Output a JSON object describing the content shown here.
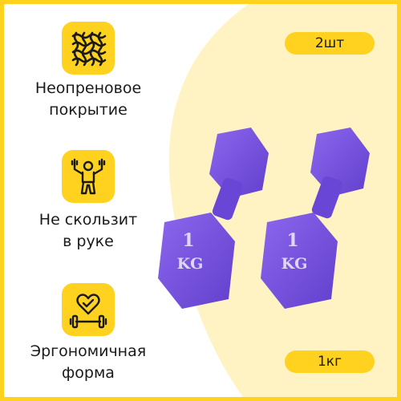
{
  "colors": {
    "accent": "#ffd21f",
    "background_blob": "#fff3c4",
    "dumbbell": "#7c52e3"
  },
  "features": [
    {
      "icon": "woven-mesh-icon",
      "label": "Неопреновое\nпокрытие"
    },
    {
      "icon": "lifting-person-icon",
      "label": "Не скользит\nв руке"
    },
    {
      "icon": "heart-barbell-icon",
      "label": "Эргономичная\nформа"
    }
  ],
  "badges": {
    "quantity": "2шт",
    "weight": "1кг"
  },
  "product": {
    "name": "dumbbell-pair",
    "left_weight_number": "1",
    "left_weight_unit": "KG",
    "right_weight_number": "1",
    "right_weight_unit": "KG"
  }
}
